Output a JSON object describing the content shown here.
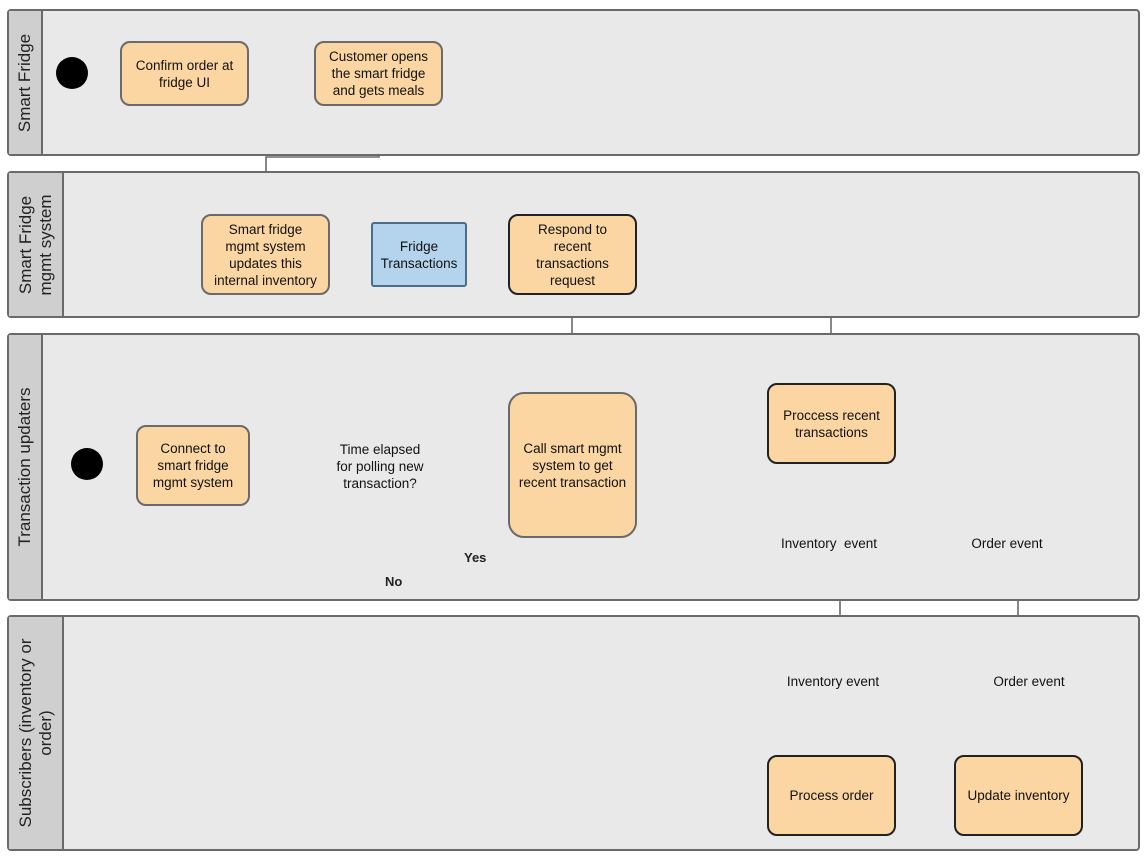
{
  "lanes": [
    {
      "label": "Smart Fridge"
    },
    {
      "label": "Smart Fridge\nmgmt system"
    },
    {
      "label": "Transaction updaters"
    },
    {
      "label": "Subscribers (inventory or\norder)"
    }
  ],
  "nodes": {
    "confirm_order": "Confirm order at\nfridge UI",
    "customer_opens": "Customer opens\nthe smart fridge\nand gets meals",
    "updates_inventory": "Smart fridge\nmgmt system\nupdates this\ninternal inventory",
    "fridge_transactions": "Fridge\nTransactions",
    "respond_request": "Respond to\nrecent\ntransactions\nrequest",
    "connect": "Connect to\nsmart fridge\nmgmt system",
    "decision": "Time elapsed\nfor polling new\ntransaction?",
    "call_mgmt": "Call smart mgmt\nsystem to get\nrecent transaction",
    "process_recent": "Proccess recent\ntransactions",
    "send_inventory_event": "Inventory  event",
    "send_order_event": "Order event",
    "recv_inventory_event": "Inventory event",
    "recv_order_event": "Order event",
    "process_order": "Process order",
    "update_inventory": "Update inventory"
  },
  "edge_labels": {
    "yes": "Yes",
    "no": "No"
  },
  "colors": {
    "activity_fill": "#fbd6a2",
    "object_fill": "#b3d4ec",
    "decision_fill": "#c6e3a8",
    "event_fill": "#fdeaa3",
    "lane_fill": "#e9e9e9",
    "lane_header_fill": "#cfcfcf",
    "connector": "#6b6b6b"
  }
}
